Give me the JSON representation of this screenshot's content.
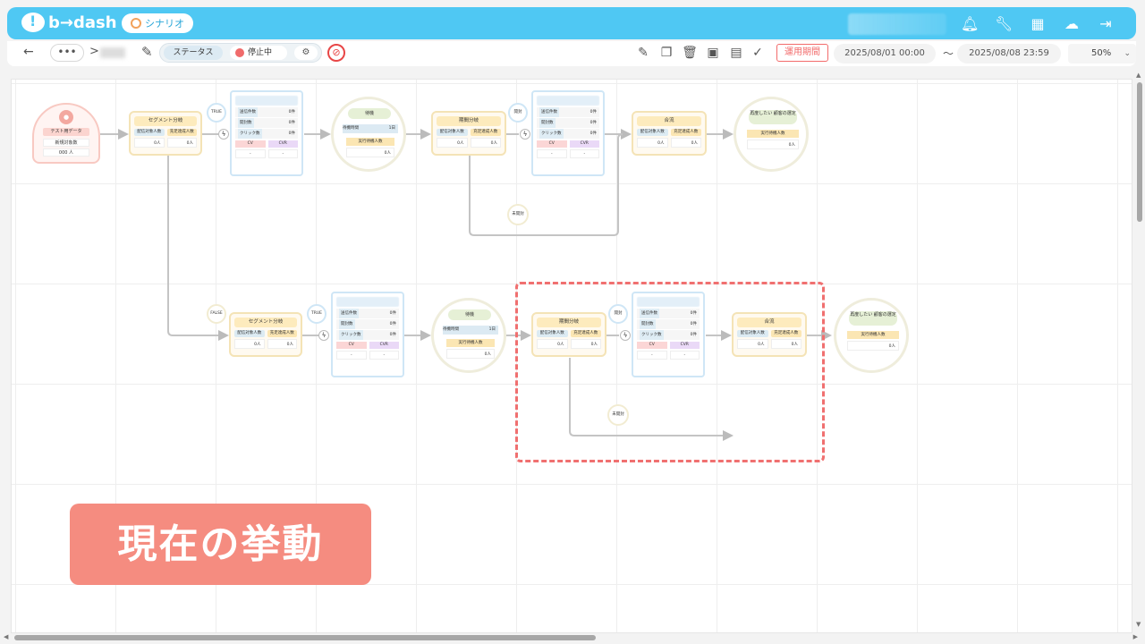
{
  "app": {
    "name": "b→dash",
    "section": "シナリオ"
  },
  "header_icons": [
    "bell-icon",
    "wrench-icon",
    "grid-icon",
    "cloud-icon",
    "logout-icon"
  ],
  "toolbar": {
    "breadcrumb_dots": "•••",
    "breadcrumb_sep": ">",
    "status_label": "ステータス",
    "status_value": "停止中",
    "period_label": "運用期間",
    "start_date": "2025/08/01 00:00",
    "tilde": "〜",
    "end_date": "2025/08/08 23:59",
    "zoom": "50%"
  },
  "nodes": {
    "start": {
      "title": "テスト用データ",
      "sub": "新規対象数",
      "count": "000 人"
    },
    "segment": {
      "title": "セグメント分岐",
      "col1": "配信対象人数",
      "col2": "充足達成人数",
      "v1": "0人",
      "v2": "0人"
    },
    "split": {
      "title": "期間分岐",
      "col1": "配信対象人数",
      "col2": "充足達成人数",
      "v1": "0人",
      "v2": "0人"
    },
    "synth": {
      "title": "合流",
      "col1": "配信対象人数",
      "col2": "充足達成人数",
      "v1": "0人",
      "v2": "0人"
    },
    "stat": {
      "r1": "送信件数",
      "r2": "開封数",
      "r3": "クリック数",
      "unit": "0件",
      "cv": "CV",
      "cvr": "CVR",
      "dash": "-"
    },
    "wait": {
      "title": "待機",
      "row": "待機時間",
      "row_val": "1日",
      "lab": "実行待機人数",
      "val": "0人"
    },
    "goal": {
      "title": "再度したい 顧客の選定",
      "lab": "実行待機人数",
      "val": "0人"
    }
  },
  "badges": {
    "true": "TRUE",
    "false": "FALSE",
    "open": "開封",
    "unopened": "未開封"
  },
  "caption": "現在の挙動"
}
